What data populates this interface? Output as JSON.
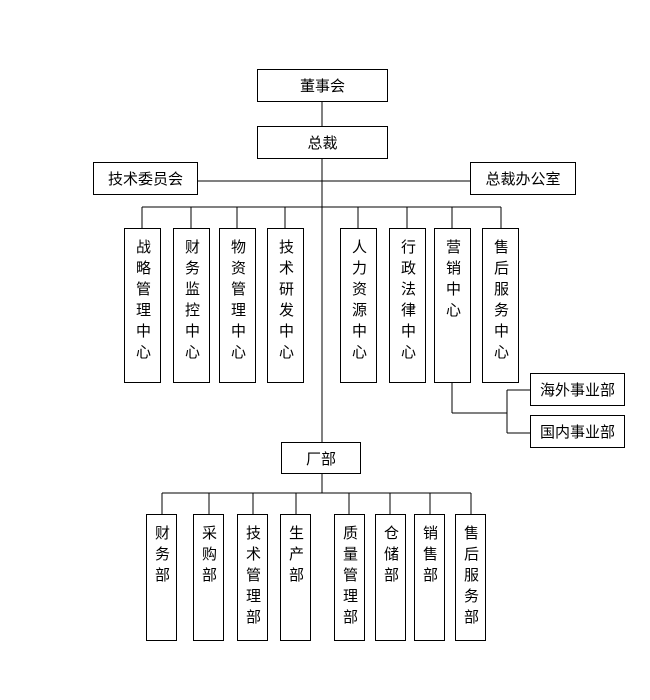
{
  "chart": {
    "board": "董事会",
    "president": "总裁",
    "tech_committee": "技术委员会",
    "president_office": "总裁办公室",
    "centers": [
      "战略管理中心",
      "财务监控中心",
      "物资管理中心",
      "技术研发中心",
      "人力资源中心",
      "行政法律中心",
      "营销中心",
      "售后服务中心"
    ],
    "overseas_division": "海外事业部",
    "domestic_division": "国内事业部",
    "factory": "厂部",
    "factory_depts": [
      "财务部",
      "采购部",
      "技术管理部",
      "生产部",
      "质量管理部",
      "仓储部",
      "销售部",
      "售后服务部"
    ]
  }
}
